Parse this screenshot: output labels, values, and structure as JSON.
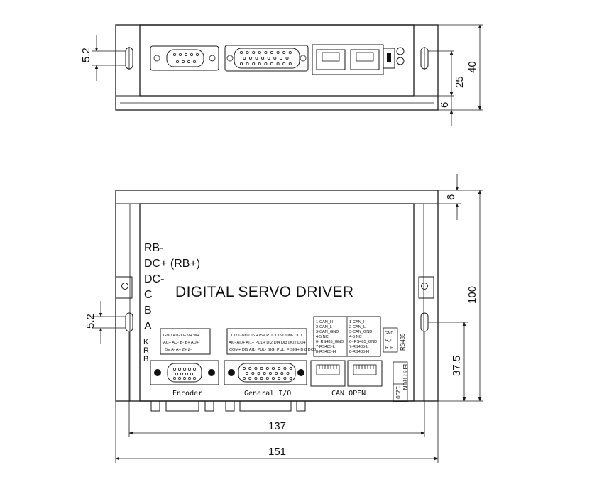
{
  "top_view": {
    "dimensions": {
      "slot": "5.2",
      "height_total": "40",
      "height_mid": "25",
      "base": "6"
    }
  },
  "front_view": {
    "title": "DIGITAL SERVO DRIVER",
    "terminals": [
      "RB-",
      "DC+ (RB+)",
      "DC-",
      "C",
      "B",
      "A"
    ],
    "krb": [
      "K",
      "R",
      "B"
    ],
    "encoder": {
      "label": "Encoder",
      "pin_row1": "GND AD-  U+  V+  W+",
      "pin_row2": "AC+ AC-  B-  B+  AD+",
      "pin_row3": "5V  A-  A+  Z+  Z-"
    },
    "general_io": {
      "label": "General I/O",
      "pin_row1": "DI7 GND  DI6  +15V  PTC  DI5 COM- DO1",
      "pin_row2": "AI0- AI0+ AI1+ PUL+ DI2  DI4  DI3  DO2  DO4",
      "pin_row3": "COM+ DI1 AI1- PUL- SIG- PUL_F SIG+ DI8 DO3"
    },
    "can_open": {
      "label": "CAN OPEN",
      "left_pins": [
        "1-CAN_H",
        "2-CAN_L",
        "3-CAN_GND",
        "4-5 NC",
        "6- RS485_GND",
        "7-RS485-L",
        "8-RS485-H"
      ],
      "right_pins": [
        "1-CAN_H",
        "2-CAN_L",
        "3-CAN_GND",
        "4-5 NC",
        "6- RS485_GND",
        "7-RS485-L",
        "8-RS485-H"
      ]
    },
    "rs485": {
      "title": "RS485",
      "items": [
        "GND",
        "R_L",
        "R_H"
      ]
    },
    "leds": {
      "err_run": "ERR RUN",
      "baud": "1200"
    },
    "dimensions": {
      "slot": "5.2",
      "height_total": "100",
      "height_mid": "37.5",
      "top": "6",
      "width_inner": "137",
      "width_outer": "151"
    }
  }
}
